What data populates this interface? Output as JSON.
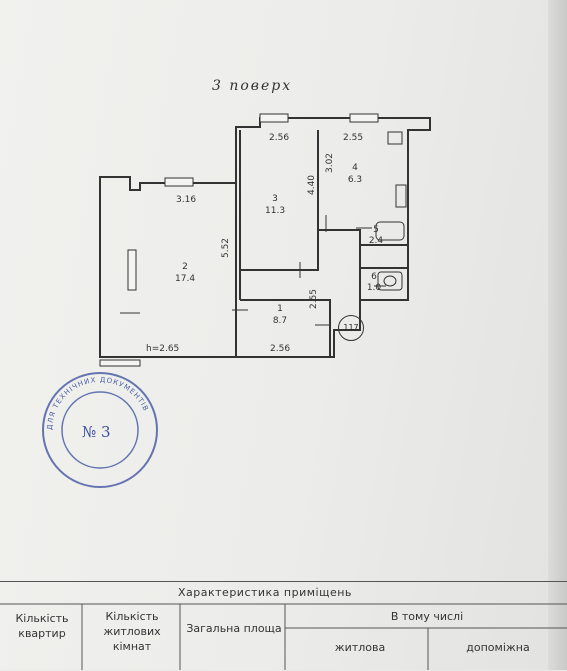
{
  "floor_plan": {
    "floor_title": "3 поверх",
    "dimensions": {
      "top_left_room_width": "2.56",
      "top_right_room_width": "2.55",
      "living_left_width": "3.16",
      "living_left_length": "5.52",
      "room3_length": "4.40",
      "room4_width": "3.02",
      "hall_length": "2.55",
      "hall_width": "2.56",
      "ceiling_height": "h=2.65"
    },
    "rooms": [
      {
        "number": "2",
        "area": "17.4"
      },
      {
        "number": "3",
        "area": "11.3"
      },
      {
        "number": "4",
        "area": "6.3"
      },
      {
        "number": "5",
        "area": "2.4"
      },
      {
        "number": "6",
        "area": "1.0"
      },
      {
        "number": "1",
        "area": "8.7"
      }
    ],
    "apartment_number": "117"
  },
  "stamp": {
    "number": "№ 3",
    "ring_text": "ДЛЯ ТЕХНІЧНИХ ДОКУМЕНТІВ"
  },
  "table": {
    "caption": "Характеристика приміщень",
    "headers": {
      "apartments": "Кількість квартир",
      "living_rooms": "Кількість житлових кімнат",
      "total_area": "Загальна площа",
      "including": "В тому числі",
      "living": "житлова",
      "auxiliary": "допоміжна"
    }
  }
}
